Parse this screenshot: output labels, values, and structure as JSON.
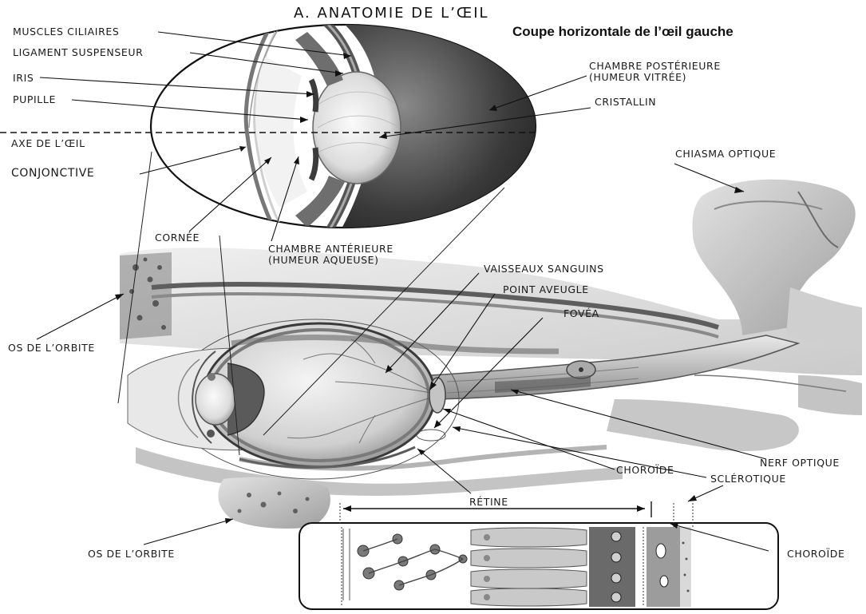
{
  "title": "A. ANATOMIE DE L’ŒIL",
  "subtitle": "Coupe horizontale de l’œil gauche",
  "labels": {
    "muscles_ciliaires": "MUSCLES CILIAIRES",
    "ligament_suspenseur": "LIGAMENT SUSPENSEUR",
    "iris": "IRIS",
    "pupille": "PUPILLE",
    "axe_oeil": "AXE DE L’ŒIL",
    "conjonctive": "CONJONCTIVE",
    "cornee": "CORNÉE",
    "chambre_anterieure": "CHAMBRE ANTÉRIEURE",
    "humeur_aqueuse": "(HUMEUR AQUEUSE)",
    "chambre_posterieure": "CHAMBRE POSTÉRIEURE",
    "humeur_vitree": "(HUMEUR VITRÉE)",
    "cristallin": "CRISTALLIN",
    "chiasma_optique": "CHIASMA OPTIQUE",
    "vaisseaux_sanguins": "VAISSEAUX SANGUINS",
    "point_aveugle": "POINT AVEUGLE",
    "fovea": "FOVÉA",
    "os_orbite_1": "OS DE L’ORBITE",
    "os_orbite_2": "OS DE L’ORBITE",
    "nerf_optique": "NERF OPTIQUE",
    "sclerotique": "SCLÉROTIQUE",
    "choroide_1": "CHOROÏDE",
    "choroide_2": "CHOROÏDE",
    "retine": "RÉTINE"
  }
}
